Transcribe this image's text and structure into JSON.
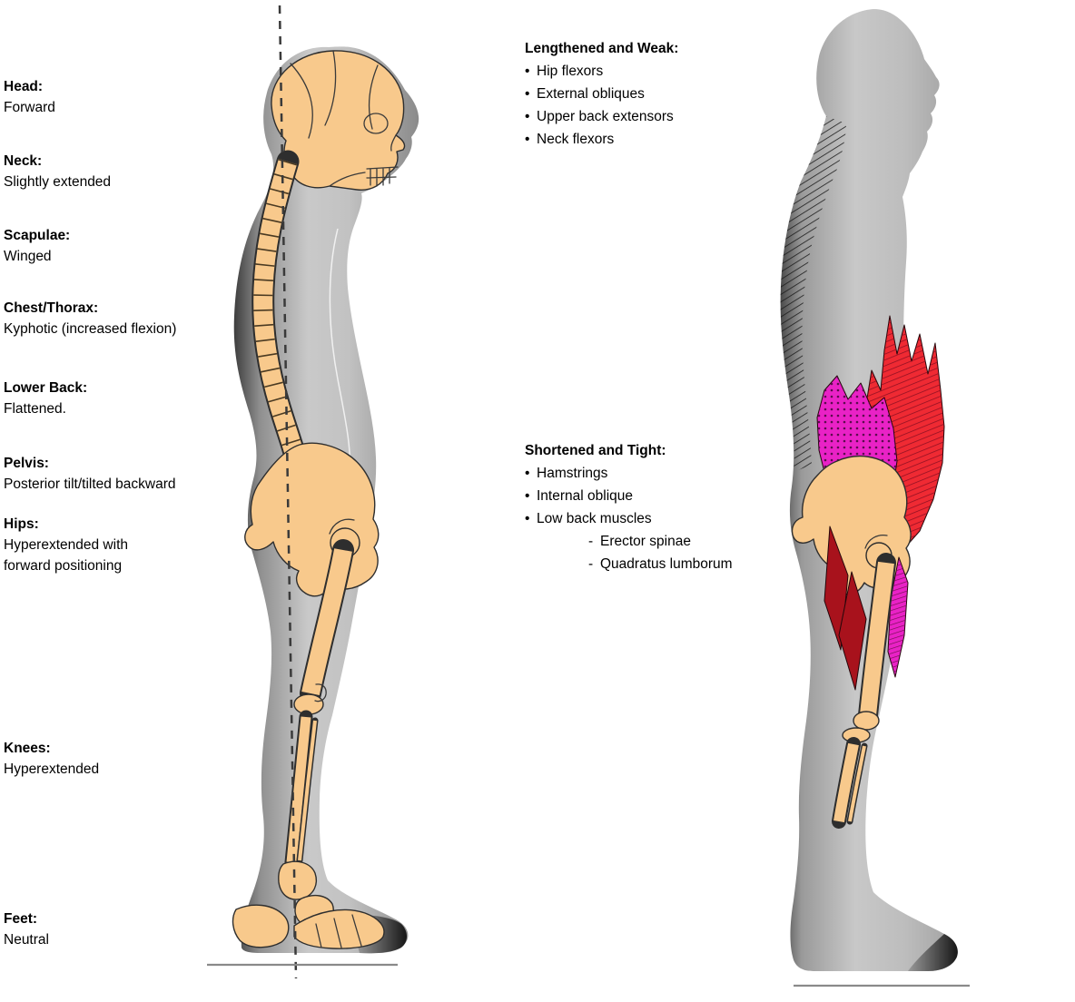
{
  "left_annotations": [
    {
      "term": "Head:",
      "desc": "Forward"
    },
    {
      "term": "Neck:",
      "desc": "Slightly extended"
    },
    {
      "term": "Scapulae:",
      "desc": "Winged"
    },
    {
      "term": "Chest/Thorax:",
      "desc": "Kyphotic (increased flexion)"
    },
    {
      "term": "Lower Back:",
      "desc": "Flattened."
    },
    {
      "term": "Pelvis:",
      "desc": "Posterior tilt/tilted backward"
    },
    {
      "term": "Hips:",
      "desc": "Hyperextended with\nforward positioning"
    },
    {
      "term": "Knees:",
      "desc": "Hyperextended"
    },
    {
      "term": "Feet:",
      "desc": "Neutral"
    }
  ],
  "right_panel": {
    "lengthened": {
      "title": "Lengthened and Weak:",
      "bullet": "•",
      "items": [
        "Hip flexors",
        "External obliques",
        "Upper back extensors",
        "Neck flexors"
      ]
    },
    "shortened": {
      "title": "Shortened and Tight:",
      "bullet": "•",
      "dash": "-",
      "items": [
        "Hamstrings",
        "Internal oblique",
        "Low back muscles"
      ],
      "sub_items": [
        "Erector spinae",
        "Quadratus lumborum"
      ]
    }
  },
  "colors": {
    "bone": "#F8C98C",
    "bone_outline": "#2E2E2E",
    "muscle_red": "#EF2A33",
    "muscle_magenta": "#E922C6",
    "muscle_dark_red": "#A8121C",
    "silhouette_light": "#C9C9C9",
    "silhouette_dark": "#3D3D3D",
    "ground_line": "#8a8a8a",
    "plumb_line": "#3a3a3a"
  }
}
